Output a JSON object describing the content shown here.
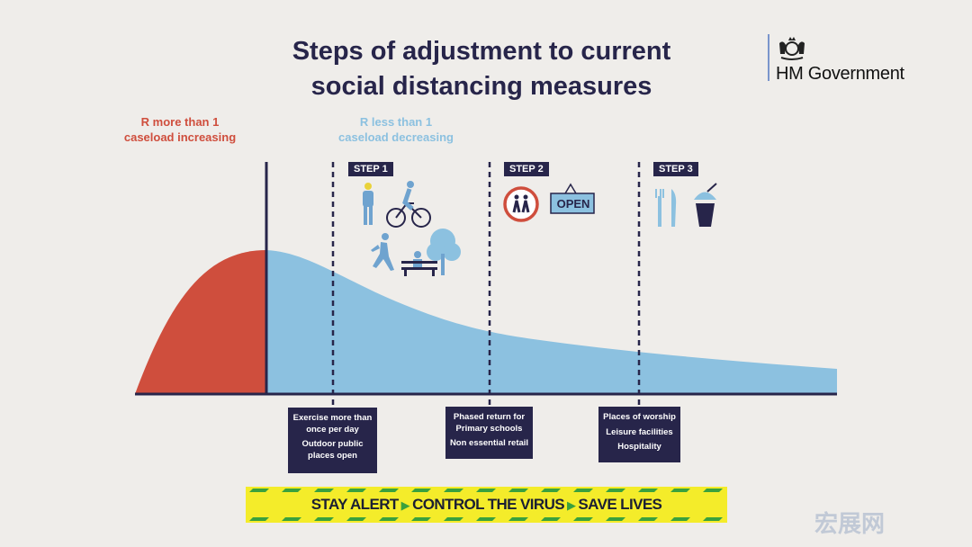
{
  "title": {
    "line1": "Steps of adjustment to current",
    "line2": "social distancing measures"
  },
  "logo": {
    "text": "HM Government",
    "icon": "royal-coat-of-arms-icon"
  },
  "phases": {
    "increasing": {
      "line1": "R more than 1",
      "line2": "caseload increasing",
      "color": "#cf4e3d"
    },
    "decreasing": {
      "line1": "R less than 1",
      "line2": "caseload decreasing",
      "color": "#8cc1e0"
    }
  },
  "steps": [
    {
      "label": "STEP 1",
      "icons": [
        "person-icon",
        "cyclist-icon",
        "runner-icon",
        "park-bench-icon",
        "tree-icon"
      ],
      "items": [
        "Exercise more than once per day",
        "Outdoor public places open"
      ]
    },
    {
      "label": "STEP 2",
      "icons": [
        "school-children-sign-icon",
        "open-sign-icon"
      ],
      "open_sign": "OPEN",
      "items": [
        "Phased return for Primary schools",
        "Non essential retail"
      ]
    },
    {
      "label": "STEP 3",
      "icons": [
        "fork-knife-icon",
        "drink-cup-icon"
      ],
      "items": [
        "Places of worship",
        "Leisure facilities",
        "Hospitality"
      ]
    }
  ],
  "banner": {
    "part1": "STAY ALERT",
    "part2": "CONTROL THE VIRUS",
    "part3": "SAVE LIVES",
    "color": "#f4ec2a",
    "stripe_color": "#3aa13d"
  },
  "watermark": "宏展网"
}
